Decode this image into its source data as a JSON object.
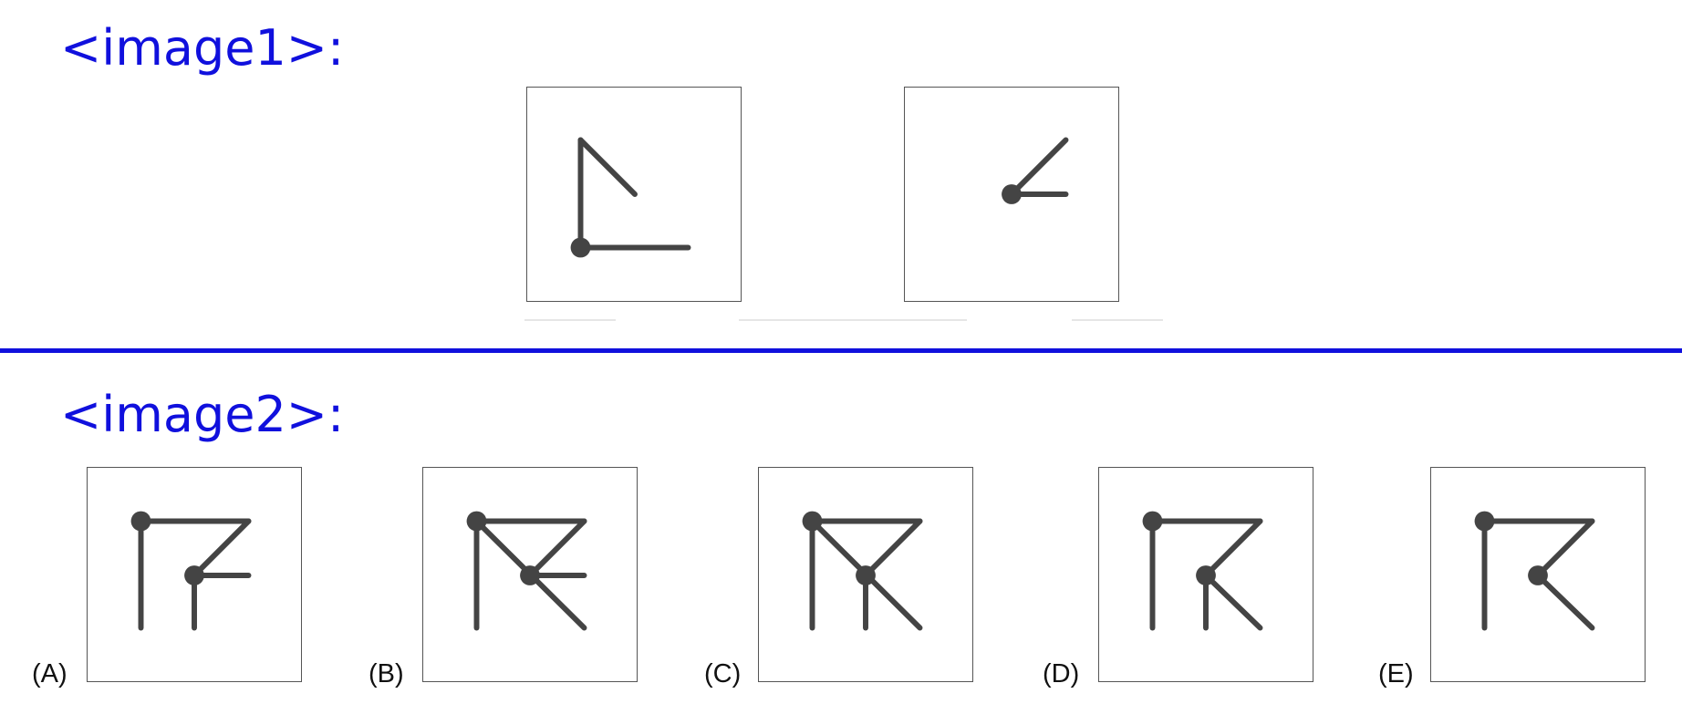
{
  "section1": {
    "label": "<image1>:"
  },
  "section2": {
    "label": "<image2>:"
  },
  "options": [
    {
      "letter": "(A)"
    },
    {
      "letter": "(B)"
    },
    {
      "letter": "(C)"
    },
    {
      "letter": "(D)"
    },
    {
      "letter": "(E)"
    }
  ],
  "colors": {
    "label_blue": "#1010dd",
    "stroke": "#444444",
    "frame": "#555555"
  }
}
